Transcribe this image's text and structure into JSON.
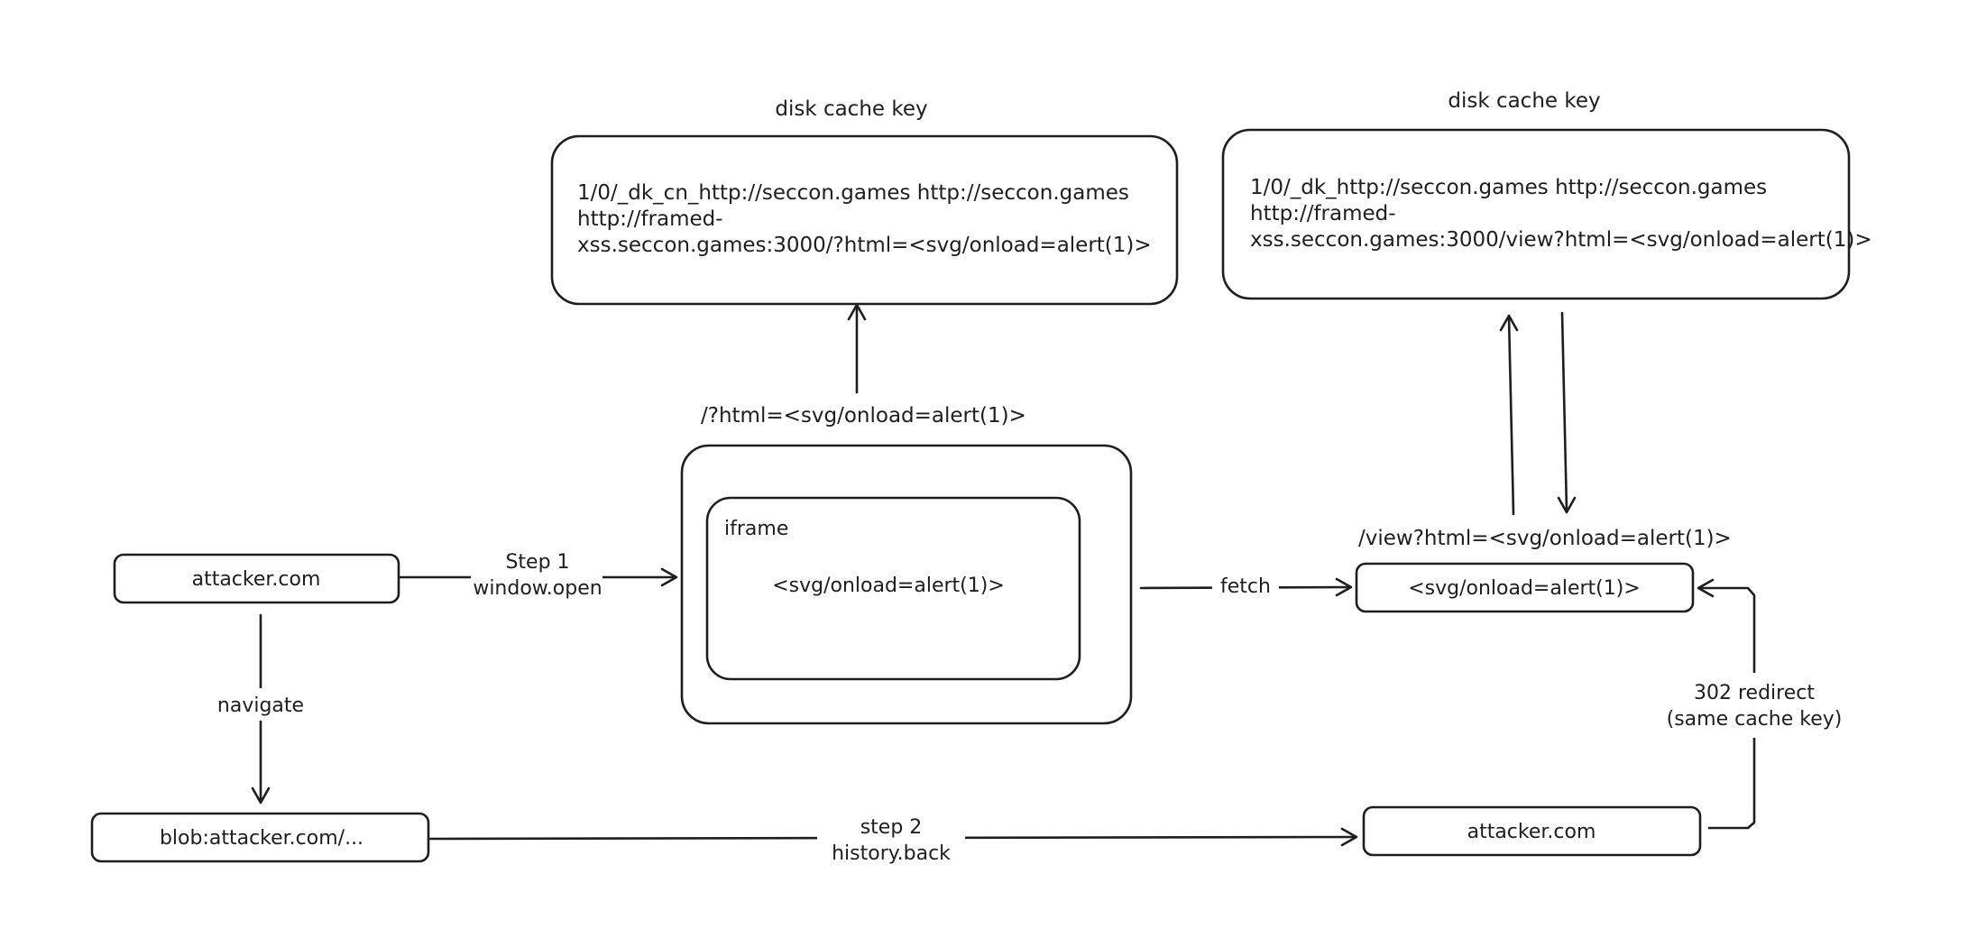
{
  "nodes": {
    "cache_key_left": {
      "title": "disk cache key",
      "lines": [
        "1/0/_dk_cn_http://seccon.games http://seccon.games",
        "http://framed-",
        "xss.seccon.games:3000/?html=<svg/onload=alert(1)>"
      ]
    },
    "cache_key_right": {
      "title": "disk cache key",
      "lines": [
        "1/0/_dk_http://seccon.games http://seccon.games",
        "http://framed-",
        "xss.seccon.games:3000/view?html=<svg/onload=alert(1)>"
      ]
    },
    "outer_window": {
      "caption": "/?html=<svg/onload=alert(1)>"
    },
    "iframe": {
      "title": "iframe",
      "content": "<svg/onload=alert(1)>"
    },
    "view_box": {
      "caption": "/view?html=<svg/onload=alert(1)>",
      "content": "<svg/onload=alert(1)>"
    },
    "attacker_top": "attacker.com",
    "blob": "blob:attacker.com/...",
    "attacker_bottom": "attacker.com"
  },
  "edges": {
    "step1": [
      "Step 1",
      "window.open"
    ],
    "navigate": "navigate",
    "fetch": "fetch",
    "step2": [
      "step 2",
      "history.back"
    ],
    "redirect": [
      "302 redirect",
      "(same cache key)"
    ]
  }
}
